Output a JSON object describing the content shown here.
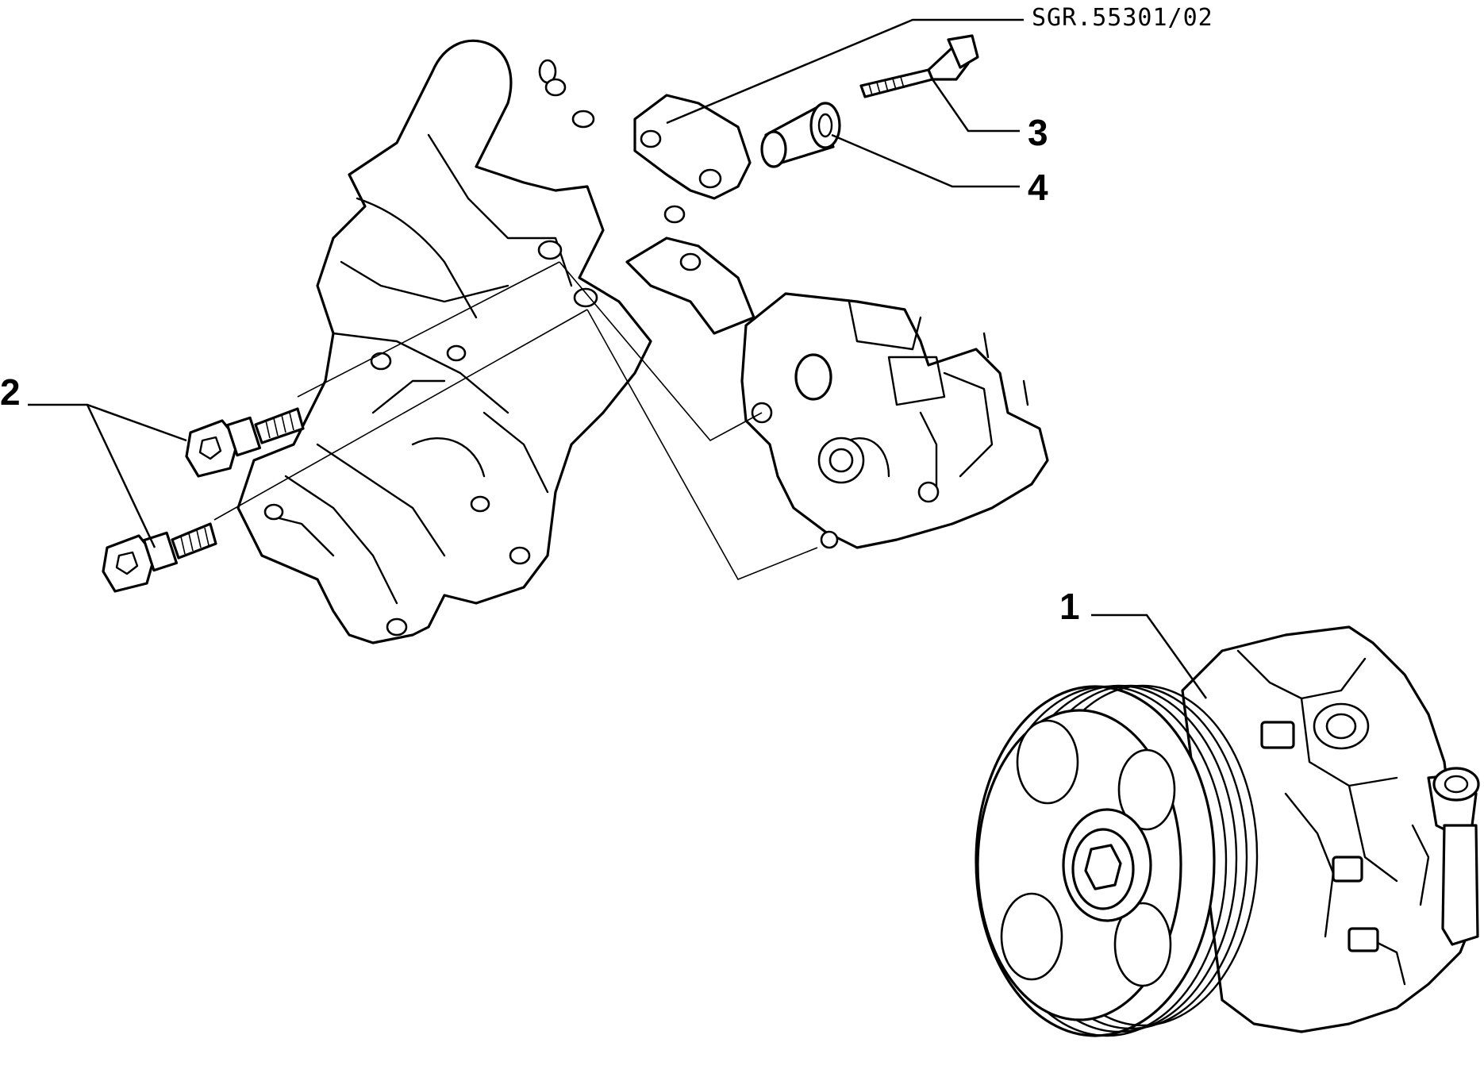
{
  "drawing_code": "SGR.55301/02",
  "callouts": [
    {
      "id": "1",
      "label": "1"
    },
    {
      "id": "2",
      "label": "2"
    },
    {
      "id": "3",
      "label": "3"
    },
    {
      "id": "4",
      "label": "4"
    }
  ]
}
